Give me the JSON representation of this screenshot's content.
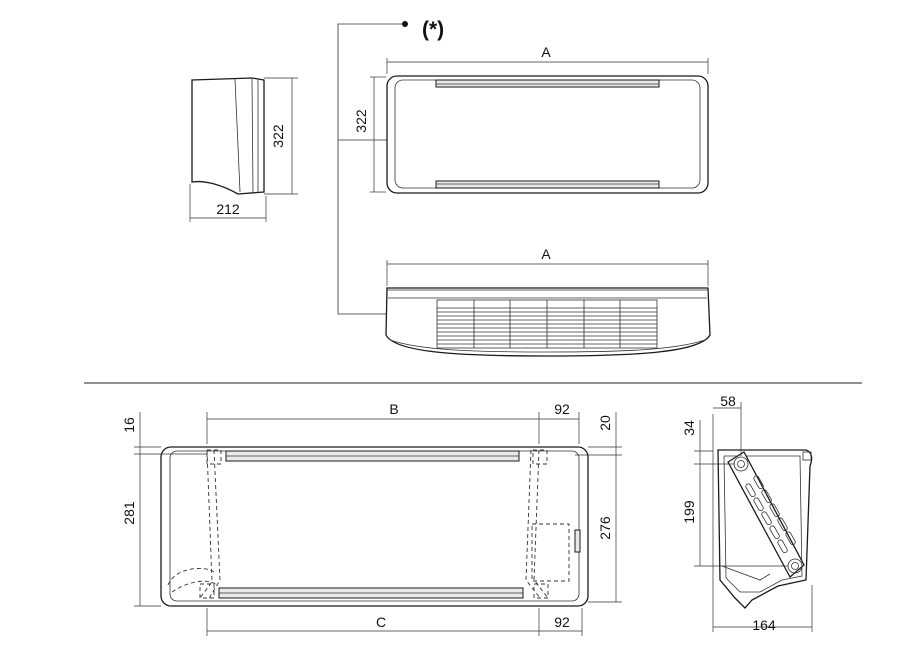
{
  "note": {
    "mark": "(*)"
  },
  "top": {
    "side_height": "322",
    "side_depth": "212",
    "front_height": "322",
    "front_width": "A",
    "bottom_width": "A"
  },
  "bottom": {
    "top_offset": "16",
    "height_left": "281",
    "width_b": "B",
    "right_offset_top": "92",
    "right_top_gap": "20",
    "height_right": "276",
    "width_c": "C",
    "right_offset_bottom": "92"
  },
  "bracket": {
    "top_width": "58",
    "top_height": "34",
    "hole_height": "199",
    "depth": "164"
  }
}
